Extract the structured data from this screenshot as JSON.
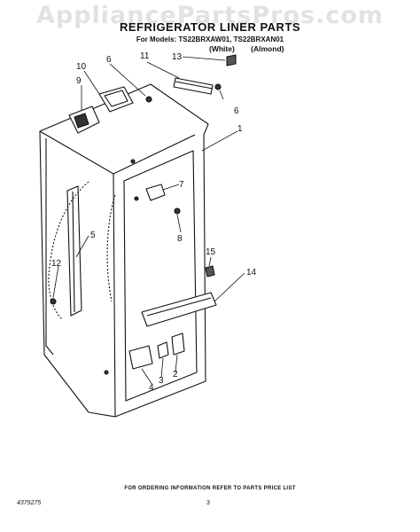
{
  "watermark": "AppliancePartsPros.com",
  "header": {
    "title": "REFRIGERATOR LINER PARTS",
    "models": "For Models: TS22BRXAW01, TS22BRXAN01",
    "variants": [
      "(White)",
      "(Almond)"
    ]
  },
  "callouts": [
    "10",
    "6",
    "11",
    "13",
    "9",
    "6",
    "1",
    "7",
    "8",
    "5",
    "15",
    "12",
    "14",
    "3",
    "2",
    "4"
  ],
  "footer": {
    "note": "FOR ORDERING INFORMATION REFER TO PARTS PRICE LIST",
    "doc_number": "4379275",
    "page": "3"
  }
}
